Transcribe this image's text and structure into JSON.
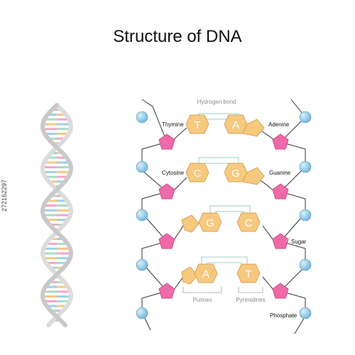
{
  "title": "Structure of DNA",
  "stock_id": "272162297",
  "labels": {
    "hydrogen_bond": "Hydrogen bond",
    "thymine": "Thymine",
    "adenine": "Adenine",
    "cytosine": "Cytosine",
    "guanine": "Guanine",
    "sugar": "Sugar",
    "purines": "Purines",
    "pyrimidines": "Pyrimidines",
    "phosphate": "Phosphate"
  },
  "base_pairs": [
    {
      "left": "T",
      "right": "A"
    },
    {
      "left": "C",
      "right": "G"
    },
    {
      "left": "G",
      "right": "C"
    },
    {
      "left": "A",
      "right": "T"
    }
  ],
  "colors": {
    "base_fill": "#f6c97f",
    "base_stroke": "#d9a45a",
    "phosphate": "#8ec8e6",
    "phosphate_stroke": "#5a9cc0",
    "sugar": "#ef6aa8",
    "sugar_stroke": "#d04a8a",
    "backbone": "#333333",
    "hbond": "#9ecfc6",
    "helix_strand": "#dcdcdc",
    "rung_colors": [
      "#f6c97f",
      "#f4a6c8",
      "#9ecfe6",
      "#a8dcc8"
    ]
  }
}
